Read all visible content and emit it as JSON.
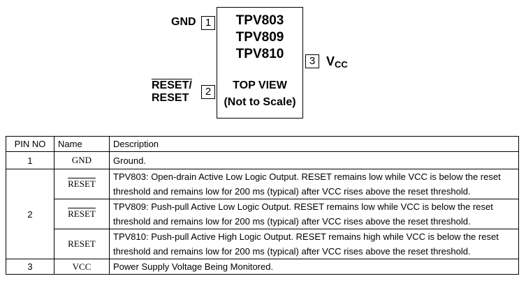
{
  "diagram": {
    "part_numbers": [
      "TPV803",
      "TPV809",
      "TPV810"
    ],
    "view_line1": "TOP VIEW",
    "view_line2": "(Not to Scale)",
    "pins": [
      {
        "number": "1",
        "label": "GND"
      },
      {
        "number": "2",
        "label_line1": "RESET/",
        "label_line2": "RESET"
      },
      {
        "number": "3",
        "label_main": "V",
        "label_sub": "CC"
      }
    ]
  },
  "table": {
    "headers": {
      "pin": "PIN NO",
      "name": "Name",
      "description": "Description"
    },
    "rows": [
      {
        "pin": "1",
        "name": "GND",
        "description": "Ground."
      },
      {
        "pin": "2",
        "name": "RESET",
        "description": "TPV803: Open-drain Active Low Logic Output. RESET remains low while VCC is below the reset threshold and remains low for 200 ms (typical) after VCC rises above the reset threshold."
      },
      {
        "name": "RESET",
        "description": "TPV809: Push-pull Active Low Logic Output. RESET remains low while VCC is below the reset threshold and remains low for 200 ms (typical) after VCC rises above the reset threshold."
      },
      {
        "name": "RESET",
        "description": "TPV810: Push-pull Active High Logic Output. RESET remains high while VCC is below the reset threshold and remains low for 200 ms (typical) after VCC rises above the reset threshold."
      },
      {
        "pin": "3",
        "name": "VCC",
        "description": "Power Supply Voltage Being Monitored."
      }
    ]
  }
}
